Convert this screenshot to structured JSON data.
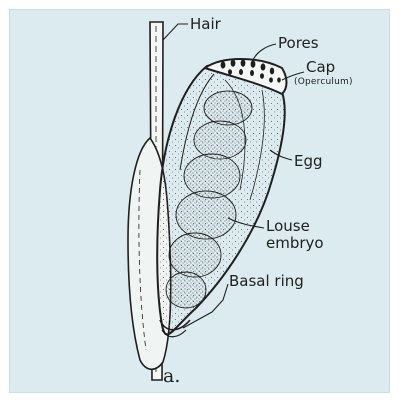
{
  "labels": {
    "hair": "Hair",
    "pores": "Pores",
    "cap": "Cap",
    "operculum": "(Operculum)",
    "egg": "Egg",
    "louse": "Louse",
    "embryo": "embryo",
    "basal_ring": "Basal ring",
    "panel_letter": "a."
  },
  "colors": {
    "background": "#dcebef",
    "ink": "#1f1f1f"
  }
}
